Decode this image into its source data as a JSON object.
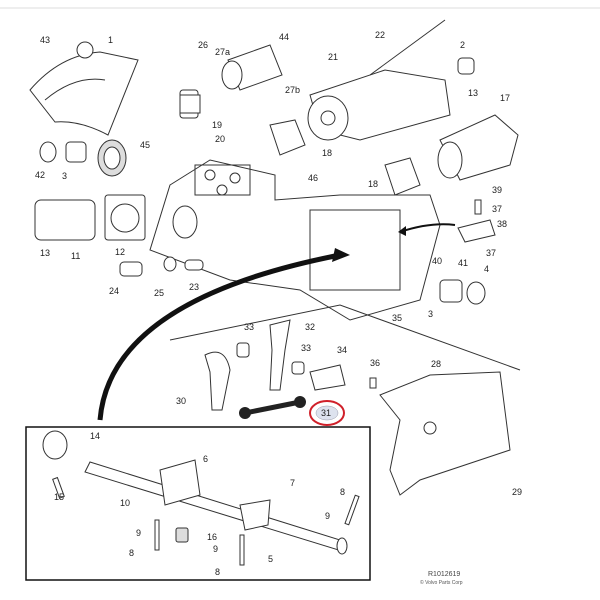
{
  "diagram": {
    "highlight_color": "#d0202a",
    "highlighted_part": "31",
    "drawing_id": "R1012619",
    "copyright": "© Volvo Parts Corp",
    "labels": {
      "p43": "43",
      "p1": "1",
      "p26": "26",
      "p27a": "27a",
      "p44": "44",
      "p27b": "27b",
      "p22": "22",
      "p21": "21",
      "p2": "2",
      "p19": "19",
      "p20": "20",
      "p18a": "18",
      "p13a": "13",
      "p17": "17",
      "p45": "45",
      "p42": "42",
      "p3a": "3",
      "p46": "46",
      "p18b": "18",
      "p39": "39",
      "p37a": "37",
      "p38": "38",
      "p40": "40",
      "p37b": "37",
      "p41": "41",
      "p4": "4",
      "p13b": "13",
      "p11": "11",
      "p12": "12",
      "p24": "24",
      "p25": "25",
      "p23": "23",
      "p35": "35",
      "p3b": "3",
      "p33a": "33",
      "p32": "32",
      "p33b": "33",
      "p34": "34",
      "p36": "36",
      "p28": "28",
      "p30": "30",
      "p31": "31",
      "p14": "14",
      "p6": "6",
      "p15": "15",
      "p10": "10",
      "p7": "7",
      "p8a": "8",
      "p9a": "9",
      "p9b": "9",
      "p16": "16",
      "p8b": "8",
      "p5": "5",
      "p9c": "9",
      "p8c": "8",
      "p29": "29"
    }
  }
}
